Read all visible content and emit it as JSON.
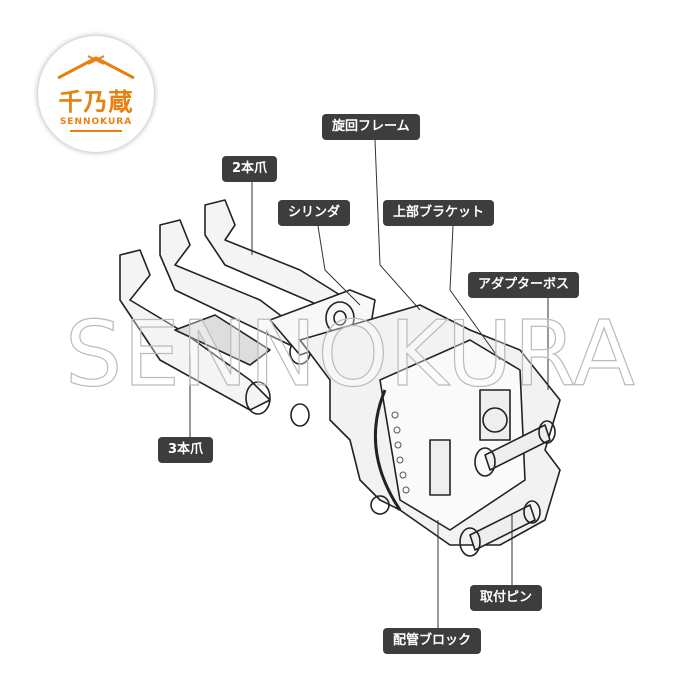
{
  "logo": {
    "kanji": "千乃蔵",
    "roman": "SENNOKURA"
  },
  "watermark": "SENNOKURA",
  "labels": {
    "swivel_frame": "旋回フレーム",
    "two_claw": "2本爪",
    "cylinder": "シリンダ",
    "upper_bracket": "上部ブラケット",
    "adapter_boss": "アダプターボス",
    "three_claw": "3本爪",
    "mounting_pin": "取付ピン",
    "piping_block": "配管ブロック"
  },
  "colors": {
    "accent": "#e8800f",
    "label_bg": "#3d3d3d"
  }
}
